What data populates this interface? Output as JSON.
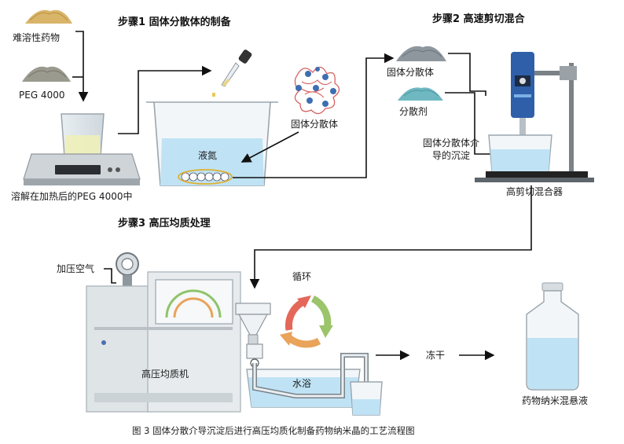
{
  "steps": {
    "step1": "步骤1 固体分散体的制备",
    "step2": "步骤2 高速剪切混合",
    "step3": "步骤3 高压均质处理"
  },
  "labels": {
    "poorly_soluble_drug": "难溶性药物",
    "peg4000": "PEG 4000",
    "dissolve": "溶解在加热后的PEG 4000中",
    "liquid_nitrogen": "液氮",
    "solid_dispersion_particles": "固体分散体",
    "solid_dispersion": "固体分散体",
    "dispersant": "分散剂",
    "precipitation_line1": "固体分散体介",
    "precipitation_line2": "导的沉淀",
    "high_shear_mixer": "高剪切混合器",
    "pressurized_air": "加压空气",
    "circulation": "循环",
    "homogenizer": "高压均质机",
    "water_bath": "水浴",
    "freeze_dry": "冻干",
    "nanosuspension": "药物纳米混悬液"
  },
  "caption": "图 3  固体分散介导沉淀后进行高压均质化制备药物纳米晶的工艺流程图",
  "colors": {
    "drug_powder": "#d9b56a",
    "peg_powder": "#9a9a8e",
    "sd_powder": "#8f979e",
    "dispersant_powder": "#6fb8c2",
    "liquid": "#bfe3f5",
    "arrow": "#111111",
    "cycle_green": "#9cc46a",
    "cycle_orange": "#e9a35a",
    "cycle_red": "#e4685a"
  }
}
